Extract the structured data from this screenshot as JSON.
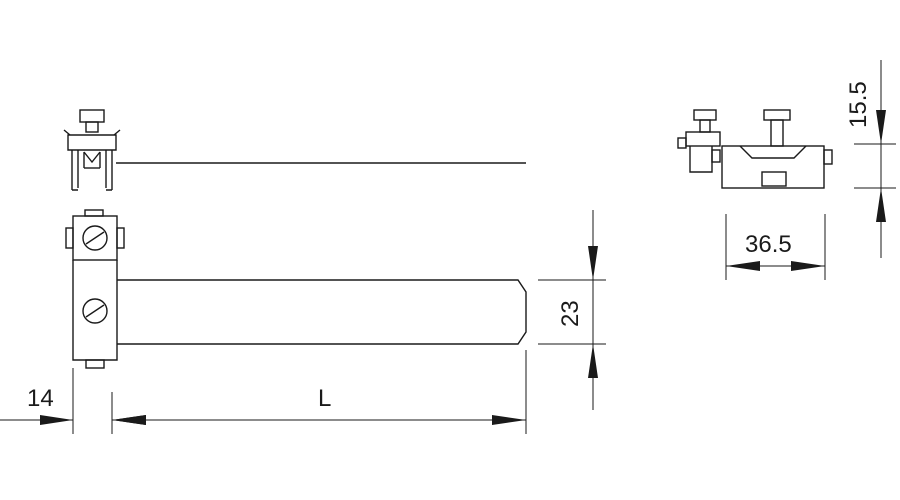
{
  "dimensions": {
    "width_14": "14",
    "length_L": "L",
    "height_23": "23",
    "width_36_5": "36.5",
    "height_15_5": "15.5"
  },
  "colors": {
    "line": "#1a1a1a",
    "background": "#ffffff"
  }
}
